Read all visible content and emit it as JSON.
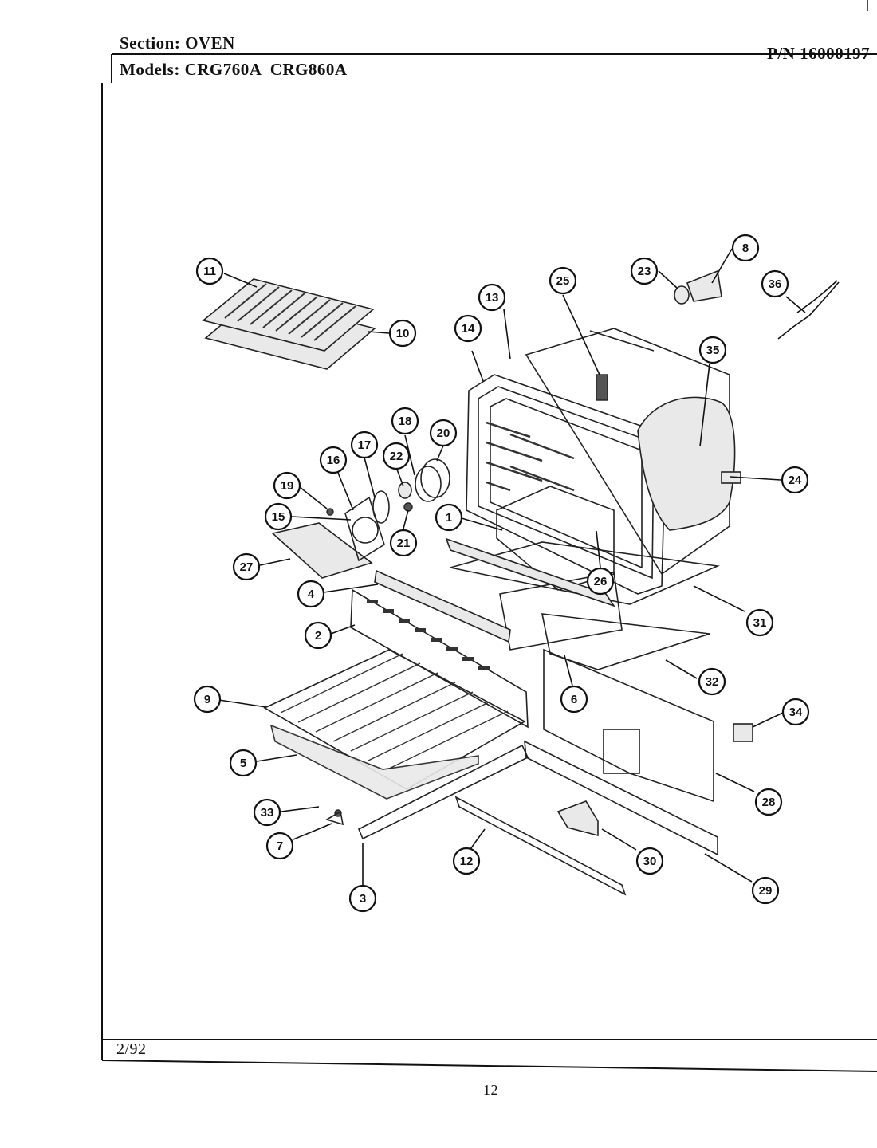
{
  "header": {
    "section_label": "Section:",
    "section_value": "OVEN",
    "models_label": "Models:",
    "models_value": "CRG760A  CRG860A",
    "part_number": "P/N 16000197"
  },
  "footer": {
    "date": "2/92",
    "page_number": "12"
  },
  "callouts": [
    "1",
    "2",
    "3",
    "4",
    "5",
    "6",
    "7",
    "8",
    "9",
    "10",
    "11",
    "12",
    "13",
    "14",
    "15",
    "16",
    "17",
    "18",
    "19",
    "20",
    "21",
    "22",
    "23",
    "24",
    "25",
    "26",
    "27",
    "28",
    "29",
    "30",
    "31",
    "32",
    "33",
    "34",
    "35",
    "36"
  ]
}
